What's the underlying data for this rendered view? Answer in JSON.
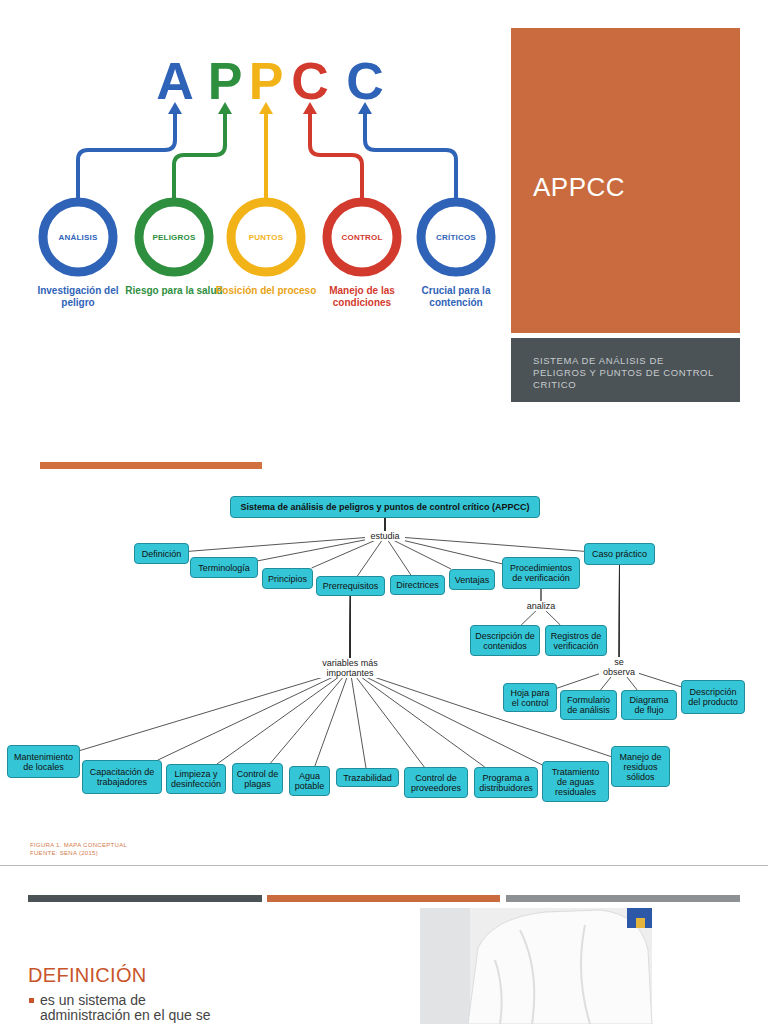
{
  "diagram": {
    "nodes": [
      {
        "text": [
          "ANÁLISIS",
          "Investigación del peligro"
        ]
      },
      {
        "text": [
          "PELIGROS",
          "Riesgo para la salud"
        ]
      },
      {
        "text": [
          "PUNTOS",
          "Posición del proceso"
        ]
      },
      {
        "text": [
          "CONTROL",
          "Manejo de las condiciones"
        ]
      },
      {
        "text": [
          "CRÍTICOS",
          "Crucial para la contención"
        ]
      },
      {
        "text": [
          "APPCC"
        ]
      },
      {
        "text": [
          "SISTEMA DE ANÁLISIS DE PELIGROS Y PUNTOS DE CONTROL CRITICO"
        ]
      },
      {
        "text": [
          "Sistema de análisis de peligros y puntos de control crítico (APPCC)"
        ]
      },
      {
        "text": [
          "Definición"
        ]
      },
      {
        "text": [
          "Terminología"
        ]
      },
      {
        "text": [
          "Principios"
        ]
      },
      {
        "text": [
          "Prerrequisitos"
        ]
      },
      {
        "text": [
          "Directrices"
        ]
      },
      {
        "text": [
          "Ventajas"
        ]
      },
      {
        "text": [
          "Procedimientos de verificación"
        ]
      },
      {
        "text": [
          "Caso práctico"
        ]
      },
      {
        "text": [
          "Descripción de contenidos"
        ]
      },
      {
        "text": [
          "Registros de verificación"
        ]
      },
      {
        "text": [
          "Hoja para el control"
        ]
      },
      {
        "text": [
          "Formulario de análisis"
        ]
      },
      {
        "text": [
          "Diagrama de flujo"
        ]
      },
      {
        "text": [
          "Descripción del producto"
        ]
      },
      {
        "text": [
          "Mantenimiento de locales"
        ]
      },
      {
        "text": [
          "Capacitación de trabajadores"
        ]
      },
      {
        "text": [
          "Limpieza y desinfección"
        ]
      },
      {
        "text": [
          "Control de plagas"
        ]
      },
      {
        "text": [
          "Agua potable"
        ]
      },
      {
        "text": [
          "Trazabilidad"
        ]
      },
      {
        "text": [
          "Control de proveedores"
        ]
      },
      {
        "text": [
          "Programa a distribuidores"
        ]
      },
      {
        "text": [
          "Tratamiento de aguas residuales"
        ]
      },
      {
        "text": [
          "Manejo de residuos sólidos"
        ]
      }
    ],
    "edges": [
      {
        "from": 7,
        "to": 8,
        "arrow": "none"
      },
      {
        "from": 7,
        "to": 9,
        "arrow": "none"
      },
      {
        "from": 7,
        "to": 10,
        "arrow": "none"
      },
      {
        "from": 7,
        "to": 11,
        "arrow": "none"
      },
      {
        "from": 7,
        "to": 12,
        "arrow": "none"
      },
      {
        "from": 7,
        "to": 13,
        "arrow": "none"
      },
      {
        "from": 7,
        "to": 14,
        "arrow": "none"
      },
      {
        "from": 7,
        "to": 15,
        "arrow": "none"
      },
      {
        "from": 14,
        "to": 16,
        "arrow": "none"
      },
      {
        "from": 14,
        "to": 17,
        "arrow": "none"
      },
      {
        "from": 15,
        "to": 18,
        "arrow": "none"
      },
      {
        "from": 15,
        "to": 19,
        "arrow": "none"
      },
      {
        "from": 15,
        "to": 20,
        "arrow": "none"
      },
      {
        "from": 15,
        "to": 21,
        "arrow": "none"
      },
      {
        "from": 11,
        "to": 22,
        "arrow": "none"
      },
      {
        "from": 11,
        "to": 23,
        "arrow": "none"
      },
      {
        "from": 11,
        "to": 24,
        "arrow": "none"
      },
      {
        "from": 11,
        "to": 25,
        "arrow": "none"
      },
      {
        "from": 11,
        "to": 26,
        "arrow": "none"
      },
      {
        "from": 11,
        "to": 27,
        "arrow": "none"
      },
      {
        "from": 11,
        "to": 28,
        "arrow": "none"
      },
      {
        "from": 11,
        "to": 29,
        "arrow": "none"
      },
      {
        "from": 11,
        "to": 30,
        "arrow": "none"
      },
      {
        "from": 11,
        "to": 31,
        "arrow": "none"
      }
    ],
    "labels": [
      "A",
      "P",
      "P",
      "C",
      "C",
      "estudia",
      "analiza",
      "se observa",
      "variables más importantes",
      "FIGURA 1. MAPA CONCEPTUAL",
      "FUENTE: SENA (2015)",
      "DEFINICIÓN",
      "es un sistema de administración en el que se"
    ]
  }
}
